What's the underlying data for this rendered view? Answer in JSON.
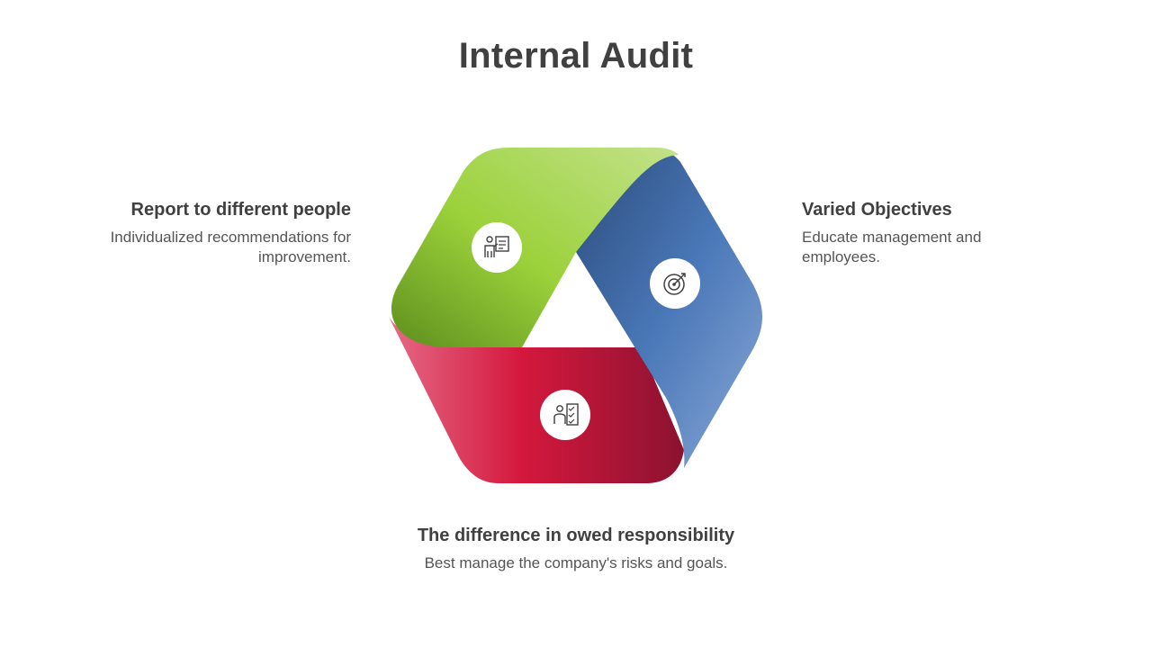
{
  "title": "Internal Audit",
  "items": [
    {
      "heading": "Report to different people",
      "text": "Individualized recommendations for improvement.",
      "color": "#8cc63f",
      "icon": "presenter-board-icon"
    },
    {
      "heading": "Varied Objectives",
      "text": "Educate management and employees.",
      "color": "#4472b4",
      "icon": "target-dart-icon"
    },
    {
      "heading": "The difference in owed responsibility",
      "text": "Best manage the company's risks and goals.",
      "color": "#d4183d",
      "icon": "person-checklist-icon"
    }
  ]
}
